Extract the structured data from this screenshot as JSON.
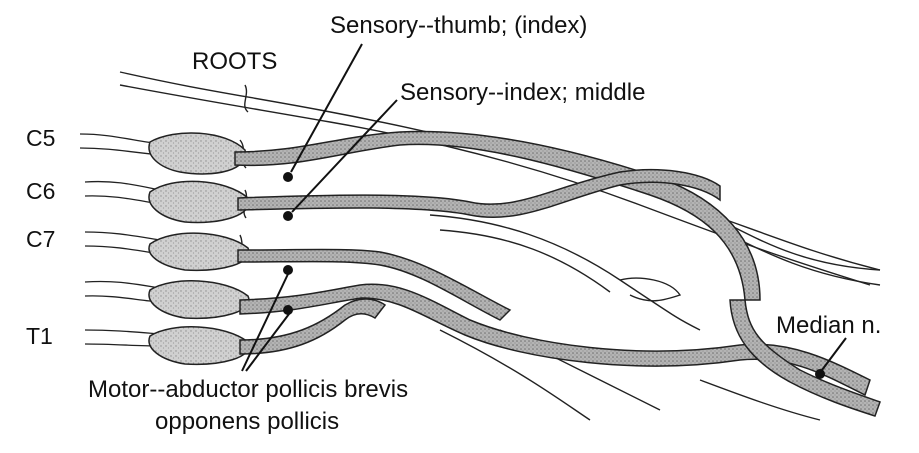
{
  "labels": {
    "roots": "ROOTS",
    "sensory_thumb": "Sensory--thumb; (index)",
    "sensory_index": "Sensory--index; middle",
    "median": "Median n.",
    "motor_line1": "Motor--abductor pollicis brevis",
    "motor_line2": "opponens pollicis"
  },
  "root_labels": [
    "C5",
    "C6",
    "C7",
    "T1"
  ],
  "colors": {
    "outline": "#222222",
    "fiber_fill": "#a9a9a9",
    "ganglion_fill": "#c9c9c9",
    "dot": "#111111"
  }
}
